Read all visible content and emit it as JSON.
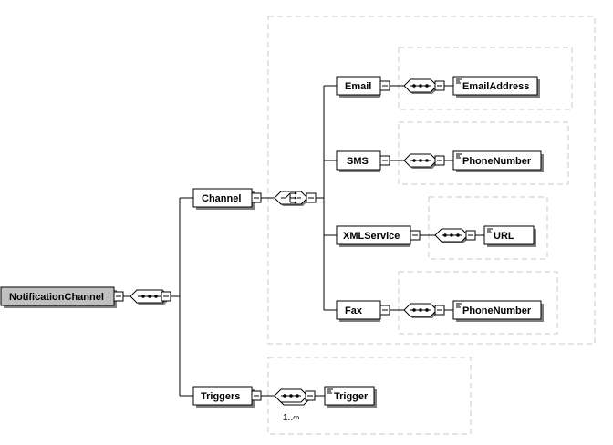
{
  "root": {
    "label": "NotificationChannel"
  },
  "channel": {
    "label": "Channel",
    "options": [
      {
        "label": "Email",
        "child": "EmailAddress"
      },
      {
        "label": "SMS",
        "child": "PhoneNumber"
      },
      {
        "label": "XMLService",
        "child": "URL"
      },
      {
        "label": "Fax",
        "child": "PhoneNumber"
      }
    ]
  },
  "triggers": {
    "label": "Triggers",
    "child": "Trigger",
    "occurrence": "1..∞"
  },
  "colors": {
    "root_fill": "#c0c0c0",
    "box_fill": "#ffffff",
    "stroke": "#000000",
    "dashed": "#c8c8c8",
    "shadow": "#808080"
  },
  "icons": {
    "sequence": "sequence-compositor-icon",
    "choice": "choice-compositor-icon",
    "expand": "collapse-minus-icon",
    "element": "element-doc-icon"
  }
}
